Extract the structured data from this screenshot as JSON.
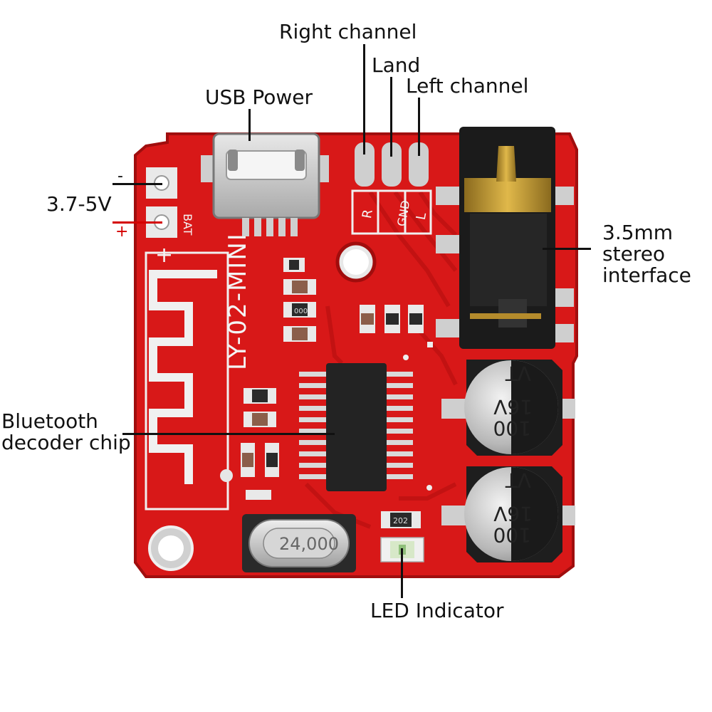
{
  "callouts": {
    "right_channel": "Right channel",
    "land": "Land",
    "left_channel": "Left channel",
    "usb_power": "USB Power",
    "voltage": "3.7-5V",
    "minus": "-",
    "plus": "+",
    "stereo_l1": "3.5mm",
    "stereo_l2": "stereo",
    "stereo_l3": "interface",
    "bt_l1": "Bluetooth",
    "bt_l2": "decoder chip",
    "led": "LED Indicator"
  },
  "board": {
    "model": "LY-02-MINI",
    "pad_r": "R",
    "pad_gnd": "GND",
    "pad_l": "L",
    "bat": "BAT",
    "bat_plus": "+",
    "crystal": "24,000",
    "resistor_code": "202",
    "cap_code_a": "000",
    "capacitor_1": {
      "l1": "VT",
      "l2": "16V",
      "l3": "100"
    },
    "capacitor_2": {
      "l1": "VT",
      "l2": "16V",
      "l3": "100"
    }
  },
  "colors": {
    "pcb": "#d81818",
    "pad": "#cfcfcf",
    "leader": "#111111",
    "plus_leader": "#d40000"
  }
}
